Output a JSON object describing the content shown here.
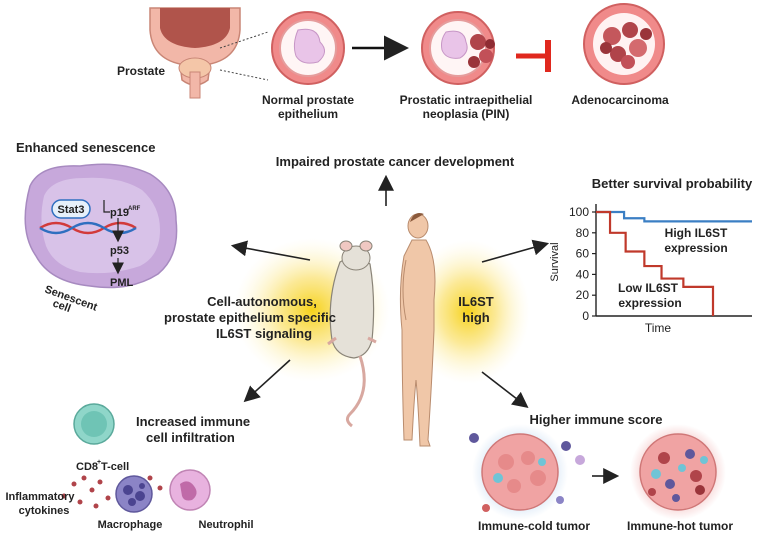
{
  "top": {
    "prostate_label": "Prostate",
    "normal_label_1": "Normal prostate",
    "normal_label_2": "epithelium",
    "pin_label_1": "Prostatic intraepithelial",
    "pin_label_2": "neoplasia (PIN)",
    "adeno_label": "Adenocarcinoma"
  },
  "center": {
    "impaired_label": "Impaired prostate cancer development",
    "cell_autonomous_1": "Cell-autonomous,",
    "cell_autonomous_2": "prostate epithelium specific",
    "cell_autonomous_3": "IL6ST signaling",
    "il6st_high_1": "IL6ST",
    "il6st_high_2": "high"
  },
  "senescence": {
    "title": "Enhanced senescence",
    "stat3": "Stat3",
    "p19": "p19",
    "p19_sup": "ARF",
    "p53": "p53",
    "pml": "PML",
    "cell_label_1": "Senescent",
    "cell_label_2": "cell"
  },
  "survival": {
    "title": "Better survival probability",
    "ylabel": "Survival",
    "xlabel": "Time",
    "high_label_1": "High IL6ST",
    "high_label_2": "expression",
    "low_label_1": "Low IL6ST",
    "low_label_2": "expression",
    "high_color": "#3b7fc4",
    "low_color": "#c0392b"
  },
  "chart_data": {
    "type": "line",
    "yticks": [
      0,
      20,
      40,
      60,
      80,
      100
    ],
    "ylim": [
      0,
      100
    ],
    "xlim": [
      0,
      10
    ],
    "series": [
      {
        "name": "High IL6ST expression",
        "x": [
          0,
          1.8,
          1.8,
          3.1,
          3.1,
          10
        ],
        "y": [
          100,
          100,
          94,
          94,
          91,
          91
        ]
      },
      {
        "name": "Low IL6ST expression",
        "x": [
          0,
          0.9,
          0.9,
          1.9,
          1.9,
          3.1,
          3.1,
          4.2,
          4.2,
          5.6,
          5.6,
          7.5,
          7.5
        ],
        "y": [
          100,
          100,
          80,
          80,
          62,
          62,
          48,
          48,
          36,
          36,
          28,
          28,
          0
        ]
      }
    ]
  },
  "immune": {
    "title_1": "Increased immune",
    "title_2": "cell infiltration",
    "cd8": "CD8",
    "cd8_sup": "+",
    "cd8_rest": " T-cell",
    "inflammatory_1": "Inflammatory",
    "inflammatory_2": "cytokines",
    "macrophage": "Macrophage",
    "neutrophil": "Neutrophil"
  },
  "immune_score": {
    "title": "Higher immune score",
    "cold": "Immune-cold tumor",
    "hot": "Immune-hot tumor"
  }
}
